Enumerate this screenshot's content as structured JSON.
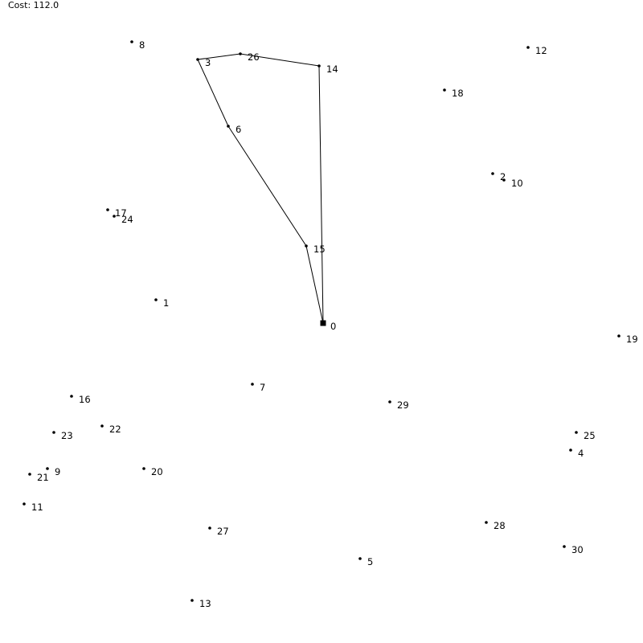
{
  "header": {
    "cost_text": "Cost: 112.0"
  },
  "colors": {
    "background": "#ffffff",
    "node": "#000000",
    "edge": "#000000",
    "label": "#000000"
  },
  "depot": "0",
  "nodes": [
    {
      "id": "0",
      "label": "0"
    },
    {
      "id": "1",
      "label": "1"
    },
    {
      "id": "2",
      "label": "2"
    },
    {
      "id": "3",
      "label": "3"
    },
    {
      "id": "4",
      "label": "4"
    },
    {
      "id": "5",
      "label": "5"
    },
    {
      "id": "6",
      "label": "6"
    },
    {
      "id": "7",
      "label": "7"
    },
    {
      "id": "8",
      "label": "8"
    },
    {
      "id": "9",
      "label": "9"
    },
    {
      "id": "10",
      "label": "10"
    },
    {
      "id": "11",
      "label": "11"
    },
    {
      "id": "12",
      "label": "12"
    },
    {
      "id": "13",
      "label": "13"
    },
    {
      "id": "14",
      "label": "14"
    },
    {
      "id": "15",
      "label": "15"
    },
    {
      "id": "16",
      "label": "16"
    },
    {
      "id": "17",
      "label": "17"
    },
    {
      "id": "18",
      "label": "18"
    },
    {
      "id": "19",
      "label": "19"
    },
    {
      "id": "20",
      "label": "20"
    },
    {
      "id": "21",
      "label": "21"
    },
    {
      "id": "22",
      "label": "22"
    },
    {
      "id": "23",
      "label": "23"
    },
    {
      "id": "24",
      "label": "24"
    },
    {
      "id": "25",
      "label": "25"
    },
    {
      "id": "26",
      "label": "26"
    },
    {
      "id": "27",
      "label": "27"
    },
    {
      "id": "28",
      "label": "28"
    },
    {
      "id": "29",
      "label": "29"
    },
    {
      "id": "30",
      "label": "30"
    }
  ],
  "route": [
    "0",
    "15",
    "6",
    "3",
    "26",
    "14",
    "0"
  ]
}
